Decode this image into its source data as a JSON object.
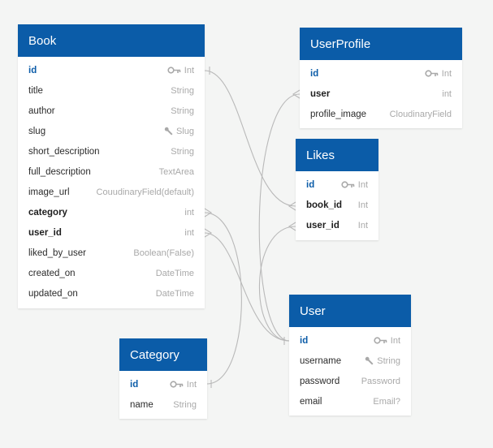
{
  "colors": {
    "header": "#0b5ca8",
    "background": "#f4f5f4",
    "connector": "#b9b9b9"
  },
  "tables": {
    "book": {
      "title": "Book",
      "fields": [
        {
          "name": "id",
          "type": "Int",
          "icon": "key-icon"
        },
        {
          "name": "title",
          "type": "String"
        },
        {
          "name": "author",
          "type": "String"
        },
        {
          "name": "slug",
          "type": "Slug",
          "icon": "wrench-icon"
        },
        {
          "name": "short_description",
          "type": "String"
        },
        {
          "name": "full_description",
          "type": "TextArea"
        },
        {
          "name": "image_url",
          "type": "CouudinaryField(default)"
        },
        {
          "name": "category",
          "type": "int"
        },
        {
          "name": "user_id",
          "type": "int"
        },
        {
          "name": "liked_by_user",
          "type": "Boolean(False)"
        },
        {
          "name": "created_on",
          "type": "DateTime"
        },
        {
          "name": "updated_on",
          "type": "DateTime"
        }
      ]
    },
    "userprofile": {
      "title": "UserProfile",
      "fields": [
        {
          "name": "id",
          "type": "Int",
          "icon": "key-icon"
        },
        {
          "name": "user",
          "type": "int"
        },
        {
          "name": "profile_image",
          "type": "CloudinaryField"
        }
      ]
    },
    "likes": {
      "title": "Likes",
      "fields": [
        {
          "name": "id",
          "type": "Int",
          "icon": "key-icon"
        },
        {
          "name": "book_id",
          "type": "Int"
        },
        {
          "name": "user_id",
          "type": "Int"
        }
      ]
    },
    "user": {
      "title": "User",
      "fields": [
        {
          "name": "id",
          "type": "Int",
          "icon": "key-icon"
        },
        {
          "name": "username",
          "type": "String",
          "icon": "wrench-icon"
        },
        {
          "name": "password",
          "type": "Password"
        },
        {
          "name": "email",
          "type": "Email?"
        }
      ]
    },
    "category": {
      "title": "Category",
      "fields": [
        {
          "name": "id",
          "type": "Int",
          "icon": "key-icon"
        },
        {
          "name": "name",
          "type": "String"
        }
      ]
    }
  }
}
